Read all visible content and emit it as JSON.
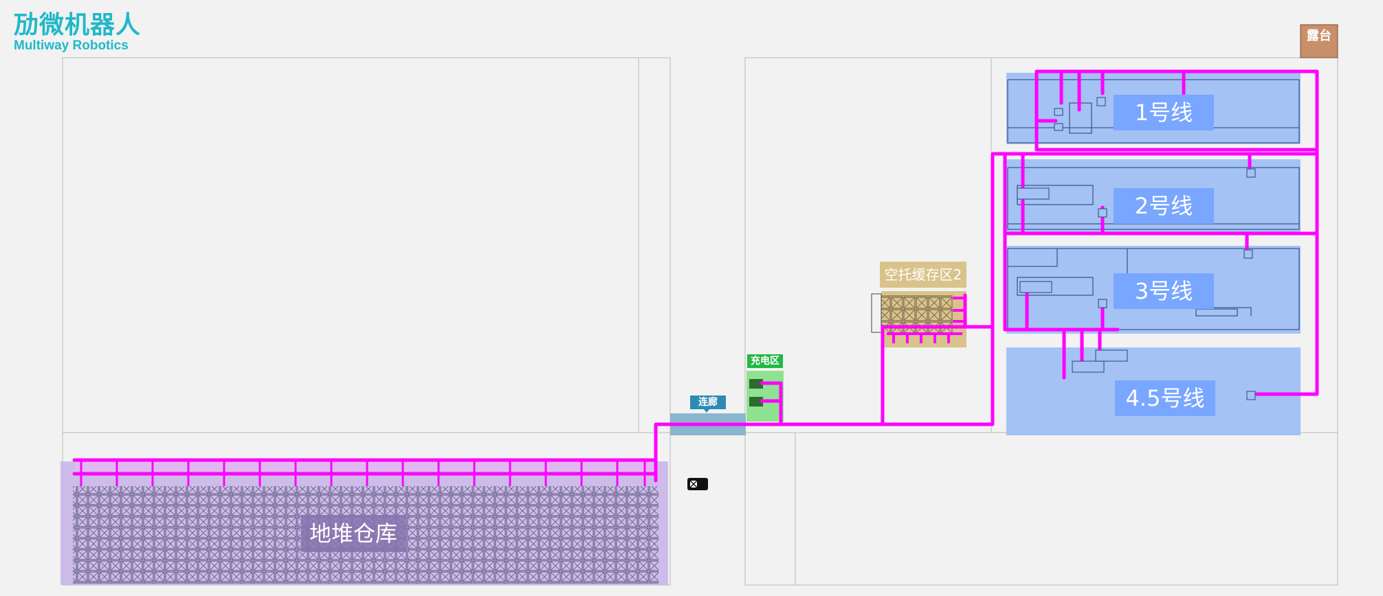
{
  "logo": {
    "cn": "劢微机器人",
    "en": "Multiway Robotics"
  },
  "areas": {
    "line1": "1号线",
    "line2": "2号线",
    "line3": "3号线",
    "line45": "4.5号线",
    "storage": "地堆仓库",
    "cache2": "空托缓存区2",
    "charging": "充电区",
    "corridor": "连廊",
    "terrace": "露台"
  },
  "colors": {
    "path": "#ff00ff",
    "zone_blue": "#a4c2f4",
    "line_label": "#79a6ff",
    "storage_zone": "#c9b6e8",
    "charging": "#8fe28f",
    "charging_badge": "#22b845",
    "corridor_badge": "#2d8bb5",
    "cache": "#d9c38a",
    "terrace": "#c98f6b"
  }
}
